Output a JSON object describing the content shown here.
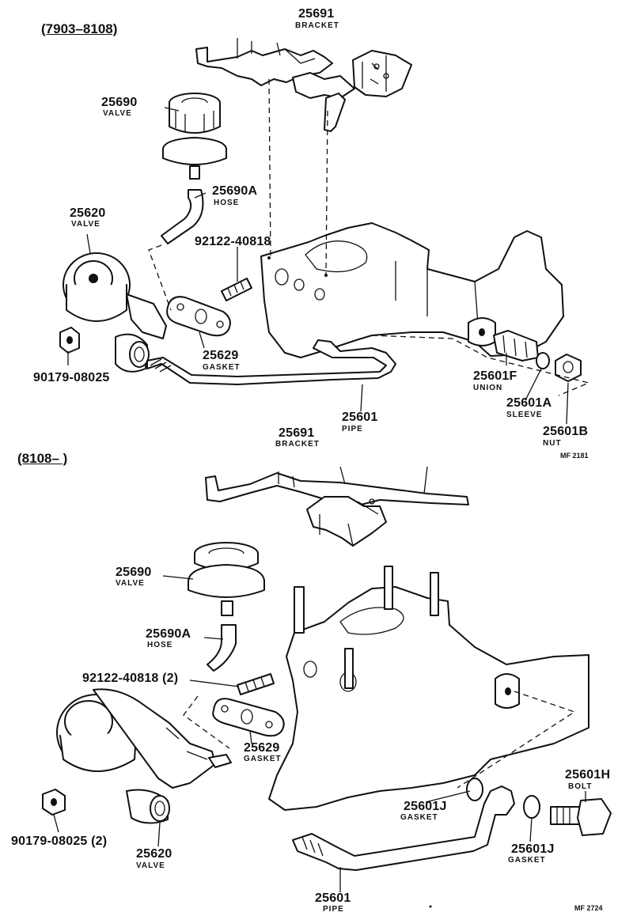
{
  "top_section": {
    "header": "(7903–8108)",
    "labels": {
      "bracket_25691": {
        "number": "25691",
        "name": "BRACKET"
      },
      "valve_25690": {
        "number": "25690",
        "name": "VALVE"
      },
      "hose_25690A": {
        "number": "25690A",
        "name": "HOSE"
      },
      "valve_25620": {
        "number": "25620",
        "name": "VALVE"
      },
      "stud_92122": {
        "number": "92122-40818"
      },
      "gasket_25629": {
        "number": "25629",
        "name": "GASKET"
      },
      "nut_90179": {
        "number": "90179-08025"
      },
      "union_25601F": {
        "number": "25601F",
        "name": "UNION"
      },
      "sleeve_25601A": {
        "number": "25601A",
        "name": "SLEEVE"
      },
      "pipe_25601": {
        "number": "25601",
        "name": "PIPE"
      },
      "nut_25601B": {
        "number": "25601B",
        "name": "NUT"
      }
    },
    "figure_code": "MF 2181"
  },
  "bottom_section": {
    "header": "(8108–        )",
    "labels": {
      "bracket_25691": {
        "number": "25691",
        "name": "BRACKET"
      },
      "valve_25690": {
        "number": "25690",
        "name": "VALVE"
      },
      "hose_25690A": {
        "number": "25690A",
        "name": "HOSE"
      },
      "stud_92122": {
        "number": "92122-40818 (2)"
      },
      "gasket_25629": {
        "number": "25629",
        "name": "GASKET"
      },
      "bolt_25601H": {
        "number": "25601H",
        "name": "BOLT"
      },
      "gasket_25601J_a": {
        "number": "25601J",
        "name": "GASKET"
      },
      "gasket_25601J_b": {
        "number": "25601J",
        "name": "GASKET"
      },
      "nut_90179": {
        "number": "90179-08025 (2)"
      },
      "valve_25620": {
        "number": "25620",
        "name": "VALVE"
      },
      "pipe_25601": {
        "number": "25601",
        "name": "PIPE"
      }
    },
    "figure_code": "MF 2724"
  }
}
